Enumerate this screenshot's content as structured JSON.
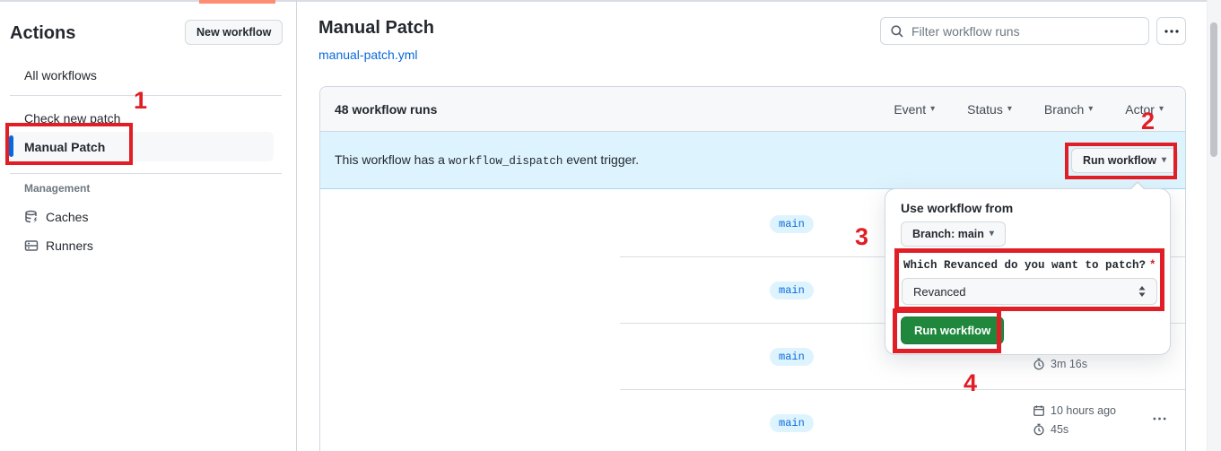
{
  "icons": {
    "chevron_down": "▾"
  },
  "colors": {
    "link_blue": "#0969da",
    "banner_bg": "#ddf4ff",
    "primary_green": "#1f883d",
    "annotation_red": "#e11d26",
    "active_tab_coral": "#fd8c73"
  },
  "annotations": {
    "step1": "1",
    "step2": "2",
    "step3": "3",
    "step4": "4"
  },
  "sidebar": {
    "title": "Actions",
    "new_workflow_button": "New workflow",
    "all_workflows": "All workflows",
    "workflows": [
      {
        "label": "Check new patch",
        "selected": false
      },
      {
        "label": "Manual Patch",
        "selected": true
      }
    ],
    "management": {
      "heading": "Management",
      "items": [
        {
          "label": "Caches"
        },
        {
          "label": "Runners"
        }
      ]
    }
  },
  "header": {
    "title": "Manual Patch",
    "file_link": "manual-patch.yml",
    "filter_placeholder": "Filter workflow runs"
  },
  "runs_table": {
    "count_label": "48 workflow runs",
    "filters": [
      {
        "label": "Event"
      },
      {
        "label": "Status"
      },
      {
        "label": "Branch"
      },
      {
        "label": "Actor"
      }
    ],
    "banner": {
      "text_before": "This workflow has a ",
      "code": "workflow_dispatch",
      "text_after": " event trigger.",
      "run_workflow_button": "Run workflow"
    },
    "rows": [
      {
        "branch": "main"
      },
      {
        "branch": "main"
      },
      {
        "branch": "main",
        "duration": "3m 16s"
      },
      {
        "branch": "main",
        "date": "10 hours ago",
        "duration": "45s"
      }
    ]
  },
  "run_dialog": {
    "heading": "Use workflow from",
    "branch_selector": "Branch: main",
    "input_label": "Which Revanced do you want to patch?",
    "required_mark": "*",
    "input_value": "Revanced",
    "submit_button": "Run workflow"
  }
}
